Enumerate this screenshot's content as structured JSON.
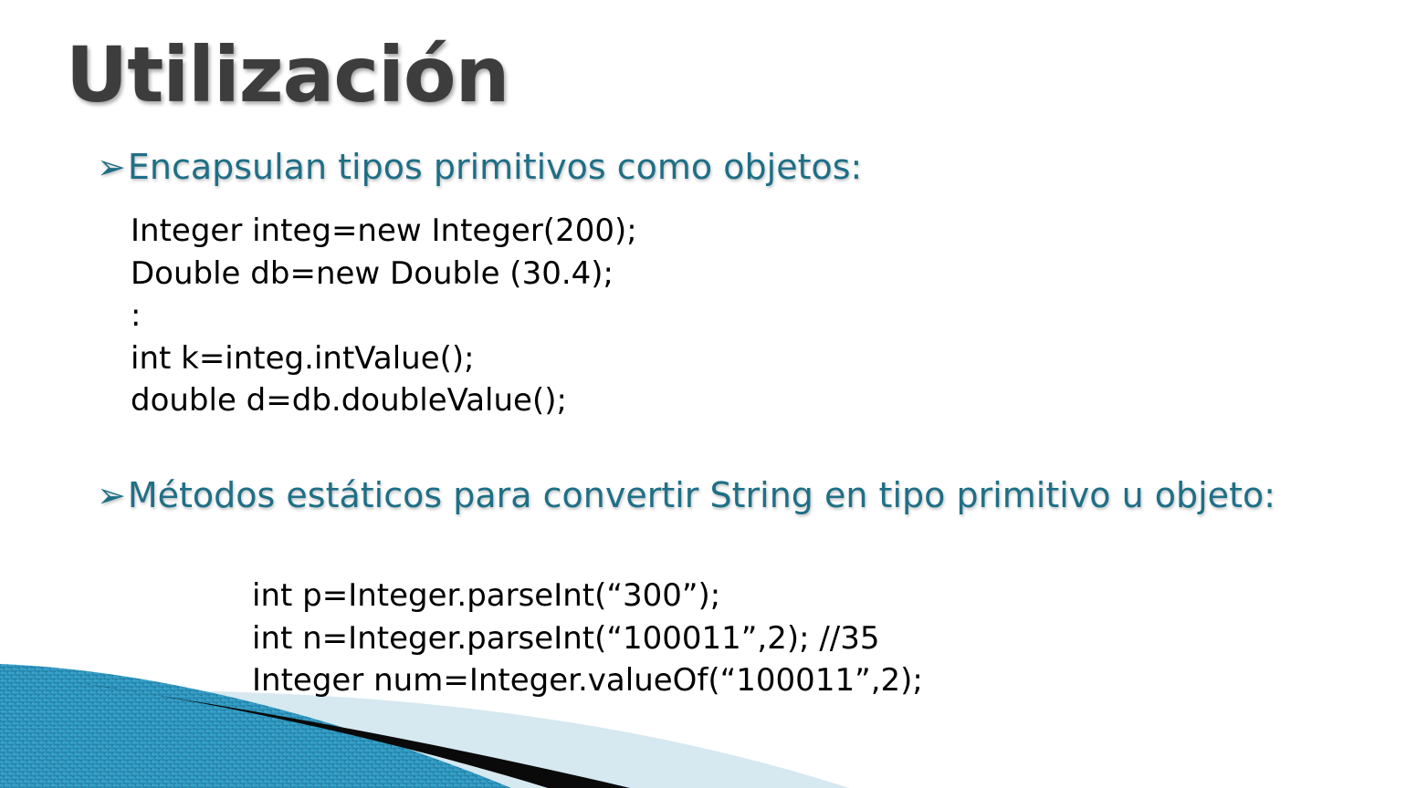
{
  "title": "Utilización",
  "section1": {
    "bullet_symbol": "➢",
    "heading": "Encapsulan tipos primitivos como objetos:",
    "code_lines": [
      "Integer integ=new Integer(200);",
      "Double db=new Double (30.4);",
      ":",
      "int k=integ.intValue();",
      "double d=db.doubleValue();"
    ]
  },
  "section2": {
    "bullet_symbol": "➢",
    "heading": "Métodos estáticos para convertir String en tipo primitivo u objeto:",
    "code_lines": [
      "int p=Integer.parseInt(“300”);",
      "int n=Integer.parseInt(“100011”,2); //35",
      "Integer num=Integer.valueOf(“100011”,2);"
    ]
  },
  "colors": {
    "title": "#3d3d3d",
    "heading": "#1e6f86",
    "code": "#000000",
    "wave_blue": "#1d7fa6",
    "wave_light": "#d6e8f0"
  }
}
